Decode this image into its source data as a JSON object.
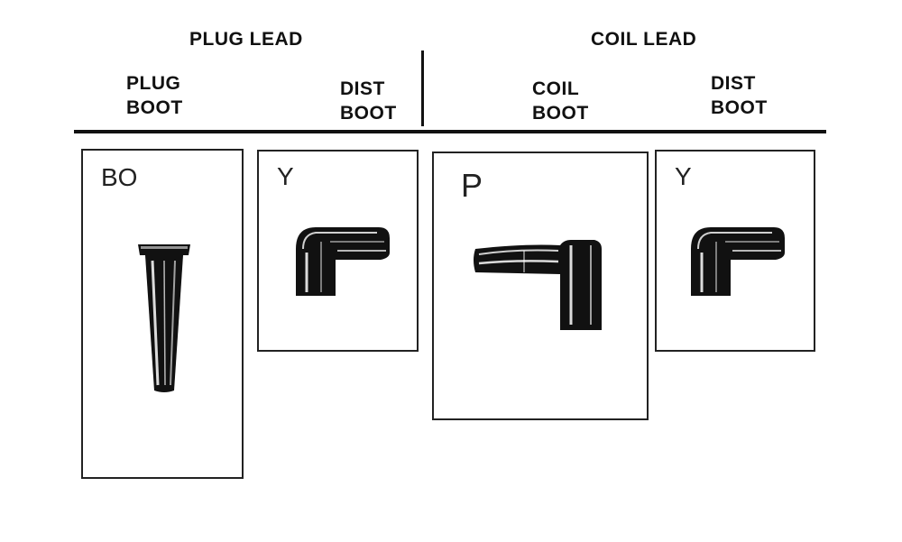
{
  "headers": {
    "plug_lead": "PLUG LEAD",
    "coil_lead": "COIL LEAD"
  },
  "subheaders": {
    "plug_boot": [
      "PLUG",
      "BOOT"
    ],
    "dist_boot_left": [
      "DIST",
      "BOOT"
    ],
    "coil_boot": [
      "COIL",
      "BOOT"
    ],
    "dist_boot_right": [
      "DIST",
      "BOOT"
    ]
  },
  "panels": [
    {
      "code": "BO",
      "icon": "straight-plug-boot-icon"
    },
    {
      "code": "Y",
      "icon": "angled-dist-boot-icon"
    },
    {
      "code": "P",
      "icon": "angled-coil-boot-icon"
    },
    {
      "code": "Y",
      "icon": "angled-dist-boot-icon"
    }
  ]
}
